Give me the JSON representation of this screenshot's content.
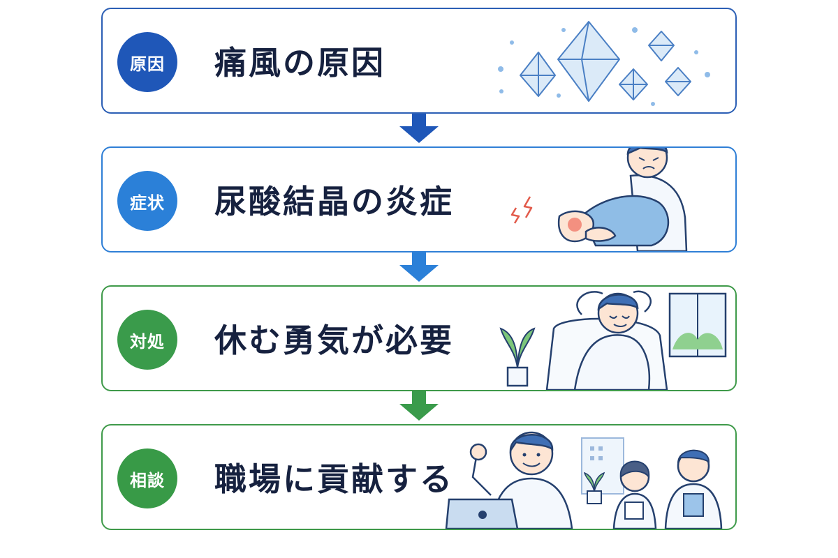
{
  "steps": [
    {
      "badge": "原因",
      "title": "痛風の原因",
      "color": "#1f57b8"
    },
    {
      "badge": "症状",
      "title": "尿酸結晶の炎症",
      "color": "#2b80d8"
    },
    {
      "badge": "対処",
      "title": "休む勇気が必要",
      "color": "#3a9b4b"
    },
    {
      "badge": "相談",
      "title": "職場に貢献する",
      "color": "#389a47"
    }
  ],
  "colors": {
    "blue_dark": "#1f57b8",
    "blue_mid": "#2b80d8",
    "green": "#3a9b4b",
    "text": "#16213f"
  },
  "illustrations": [
    "uric-acid-crystals",
    "man-holding-painful-foot",
    "man-resting-in-chair",
    "office-workers-with-laptop"
  ]
}
